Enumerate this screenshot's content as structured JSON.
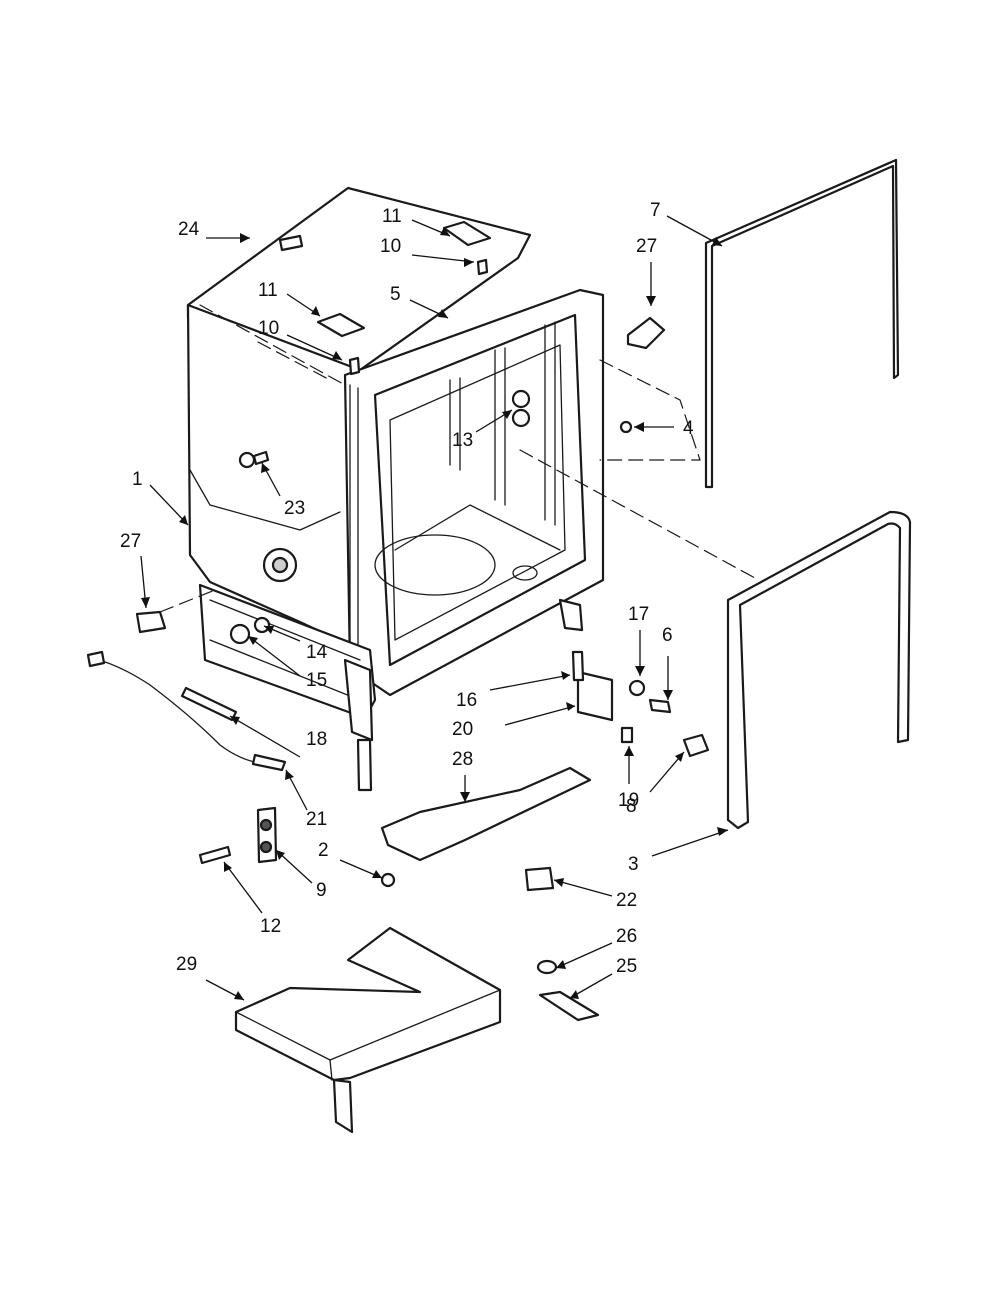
{
  "callouts": [
    {
      "id": "24",
      "text": "24"
    },
    {
      "id": "11a",
      "text": "11"
    },
    {
      "id": "10a",
      "text": "10"
    },
    {
      "id": "11b",
      "text": "11"
    },
    {
      "id": "10b",
      "text": "10"
    },
    {
      "id": "5",
      "text": "5"
    },
    {
      "id": "7",
      "text": "7"
    },
    {
      "id": "27a",
      "text": "27"
    },
    {
      "id": "13",
      "text": "13"
    },
    {
      "id": "4",
      "text": "4"
    },
    {
      "id": "1",
      "text": "1"
    },
    {
      "id": "23",
      "text": "23"
    },
    {
      "id": "27b",
      "text": "27"
    },
    {
      "id": "14",
      "text": "14"
    },
    {
      "id": "15",
      "text": "15"
    },
    {
      "id": "17",
      "text": "17"
    },
    {
      "id": "6",
      "text": "6"
    },
    {
      "id": "16",
      "text": "16"
    },
    {
      "id": "20",
      "text": "20"
    },
    {
      "id": "28",
      "text": "28"
    },
    {
      "id": "18",
      "text": "18"
    },
    {
      "id": "21",
      "text": "21"
    },
    {
      "id": "19",
      "text": "19"
    },
    {
      "id": "8",
      "text": "8"
    },
    {
      "id": "2",
      "text": "2"
    },
    {
      "id": "9",
      "text": "9"
    },
    {
      "id": "3",
      "text": "3"
    },
    {
      "id": "22",
      "text": "22"
    },
    {
      "id": "12",
      "text": "12"
    },
    {
      "id": "26",
      "text": "26"
    },
    {
      "id": "25",
      "text": "25"
    },
    {
      "id": "29",
      "text": "29"
    }
  ]
}
